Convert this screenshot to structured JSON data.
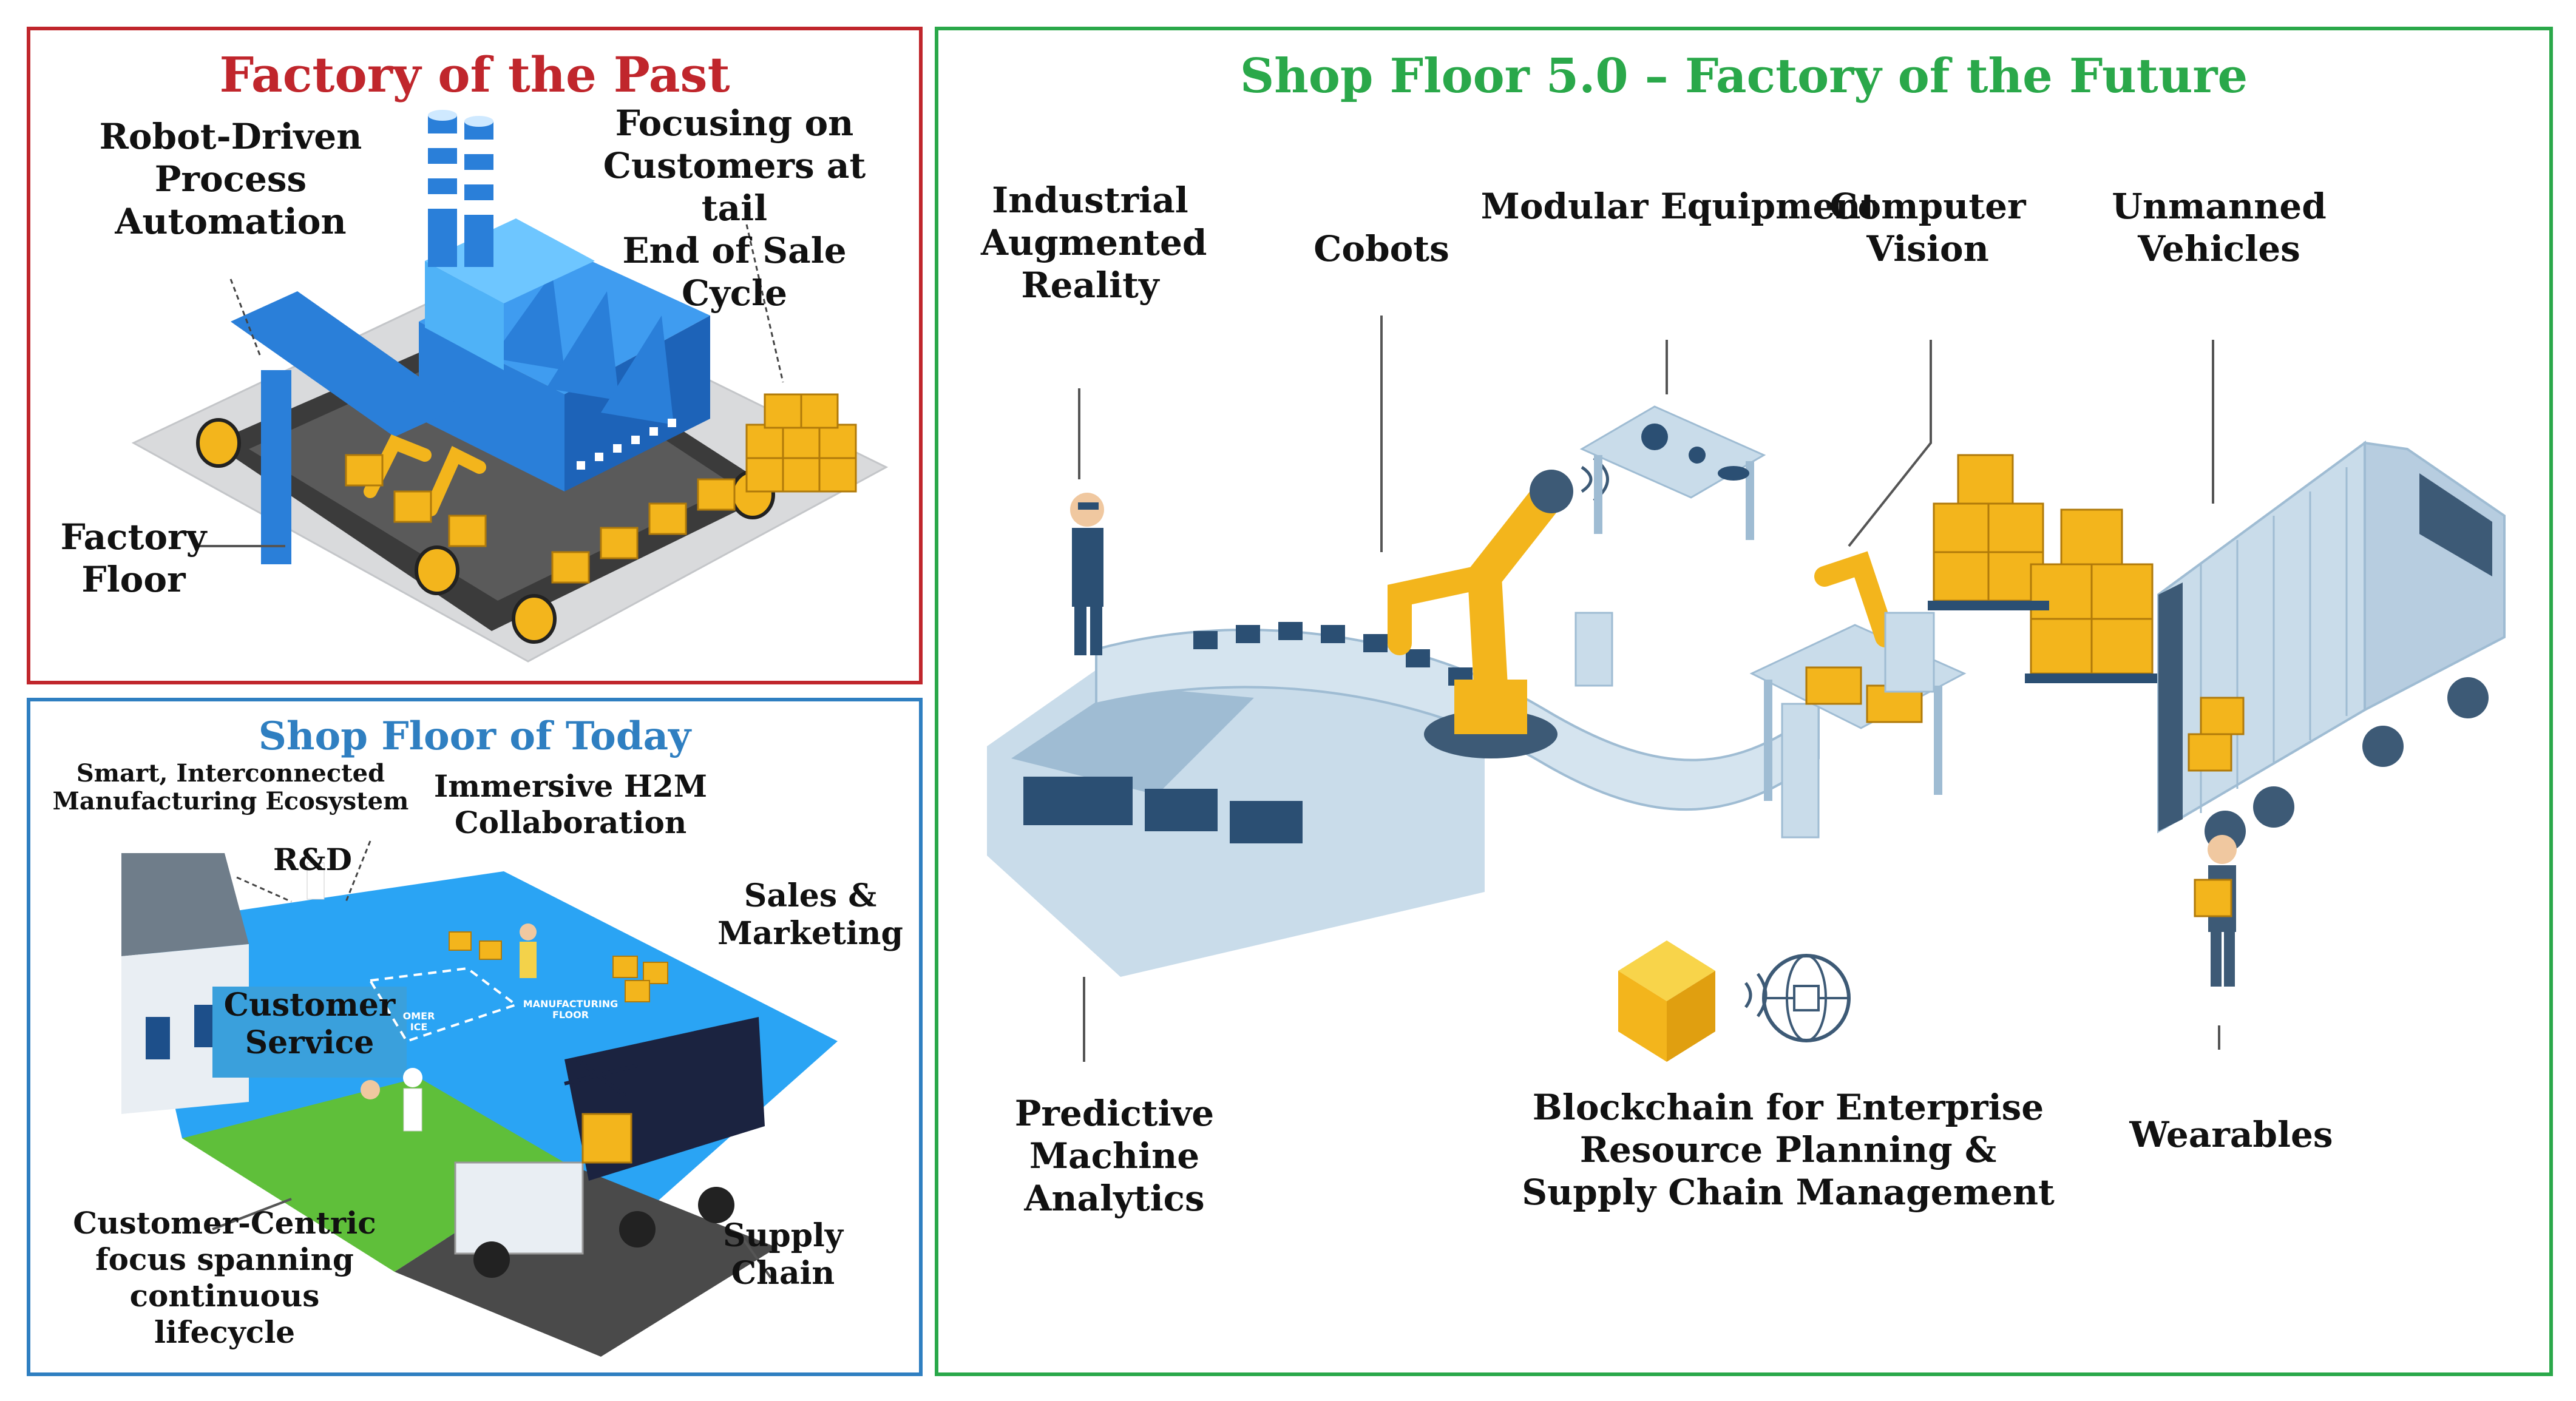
{
  "past": {
    "title": "Factory of the Past",
    "robot_label": "Robot-Driven\nProcess\nAutomation",
    "customers_label": "Focusing on\nCustomers at tail\nEnd of Sale Cycle",
    "floor_label": "Factory\nFloor"
  },
  "today": {
    "title": "Shop Floor of Today",
    "ecosystem_label": "Smart, Interconnected\nManufacturing Ecosystem",
    "h2m_label": "Immersive H2M\nCollaboration",
    "rd_label": "R&D",
    "sales_label": "Sales &\nMarketing",
    "service_label": "Customer\nService",
    "customer_centric_label": "Customer-Centric\nfocus spanning\ncontinuous\nlifecycle",
    "supply_label": "Supply\nChain",
    "floor_tag": "MANUFACTURING\nFLOOR",
    "service_tag": "OMER\nICE"
  },
  "future": {
    "title": "Shop Floor 5.0 – Factory of the Future",
    "ar_label": "Industrial\nAugmented\nReality",
    "cobots_label": "Cobots",
    "modular_label": "Modular Equipment",
    "vision_label": "Computer\nVision",
    "vehicles_label": "Unmanned\nVehicles",
    "predictive_label": "Predictive\nMachine\nAnalytics",
    "blockchain_label": "Blockchain for Enterprise\nResource Planning &\nSupply Chain Management",
    "wearables_label": "Wearables"
  },
  "colors": {
    "past_border": "#c0262c",
    "today_border": "#2f7fc1",
    "future_border": "#2aa84a",
    "past_title": "#c0262c",
    "today_title": "#2f7fc1",
    "future_title": "#2aa84a",
    "factory_blue": "#2a7fd9",
    "box_yellow": "#f3b51c",
    "floor_green": "#5fbf3a",
    "machine_pale": "#c9dcea"
  }
}
